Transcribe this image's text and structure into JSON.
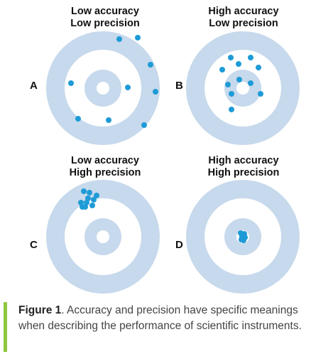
{
  "colors": {
    "ring": "#c7d9ec",
    "gap": "#ffffff",
    "dot": "#1e9bd7",
    "accent_bar": "#8dc63f",
    "text": "#111111"
  },
  "panels": [
    {
      "letter": "A",
      "title_line1": "Low accuracy",
      "title_line2": "Low precision",
      "dots": [
        [
          23,
          -69
        ],
        [
          49,
          -71
        ],
        [
          67,
          -33
        ],
        [
          35,
          -1
        ],
        [
          -45,
          -7
        ],
        [
          74,
          5
        ],
        [
          -35,
          43
        ],
        [
          8,
          45
        ],
        [
          58,
          52
        ]
      ]
    },
    {
      "letter": "B",
      "title_line1": "High accuracy",
      "title_line2": "Low precision",
      "dots": [
        [
          -17,
          -43
        ],
        [
          11,
          -43
        ],
        [
          -6,
          -34
        ],
        [
          22,
          -29
        ],
        [
          -29,
          -26
        ],
        [
          -5,
          -12
        ],
        [
          11,
          -7
        ],
        [
          25,
          8
        ],
        [
          -21,
          -5
        ],
        [
          -16,
          8
        ],
        [
          -16,
          30
        ]
      ]
    },
    {
      "letter": "C",
      "title_line1": "Low accuracy",
      "title_line2": "High precision",
      "dots": [
        [
          -27,
          -64
        ],
        [
          -19,
          -62
        ],
        [
          -9,
          -58
        ],
        [
          -21,
          -54
        ],
        [
          -13,
          -52
        ],
        [
          -31,
          -48
        ],
        [
          -23,
          -48
        ],
        [
          -15,
          -44
        ],
        [
          -29,
          -42
        ],
        [
          -25,
          -42
        ]
      ]
    },
    {
      "letter": "D",
      "title_line1": "High accuracy",
      "title_line2": "High precision",
      "dots": [
        [
          -3,
          -5
        ],
        [
          2,
          -4
        ],
        [
          -1,
          0
        ],
        [
          3,
          1
        ],
        [
          -2,
          4
        ],
        [
          1,
          5
        ]
      ]
    }
  ],
  "caption": {
    "label": "Figure 1",
    "text": ". Accuracy and precision have specific meanings when describing the performance of scientific instruments."
  }
}
